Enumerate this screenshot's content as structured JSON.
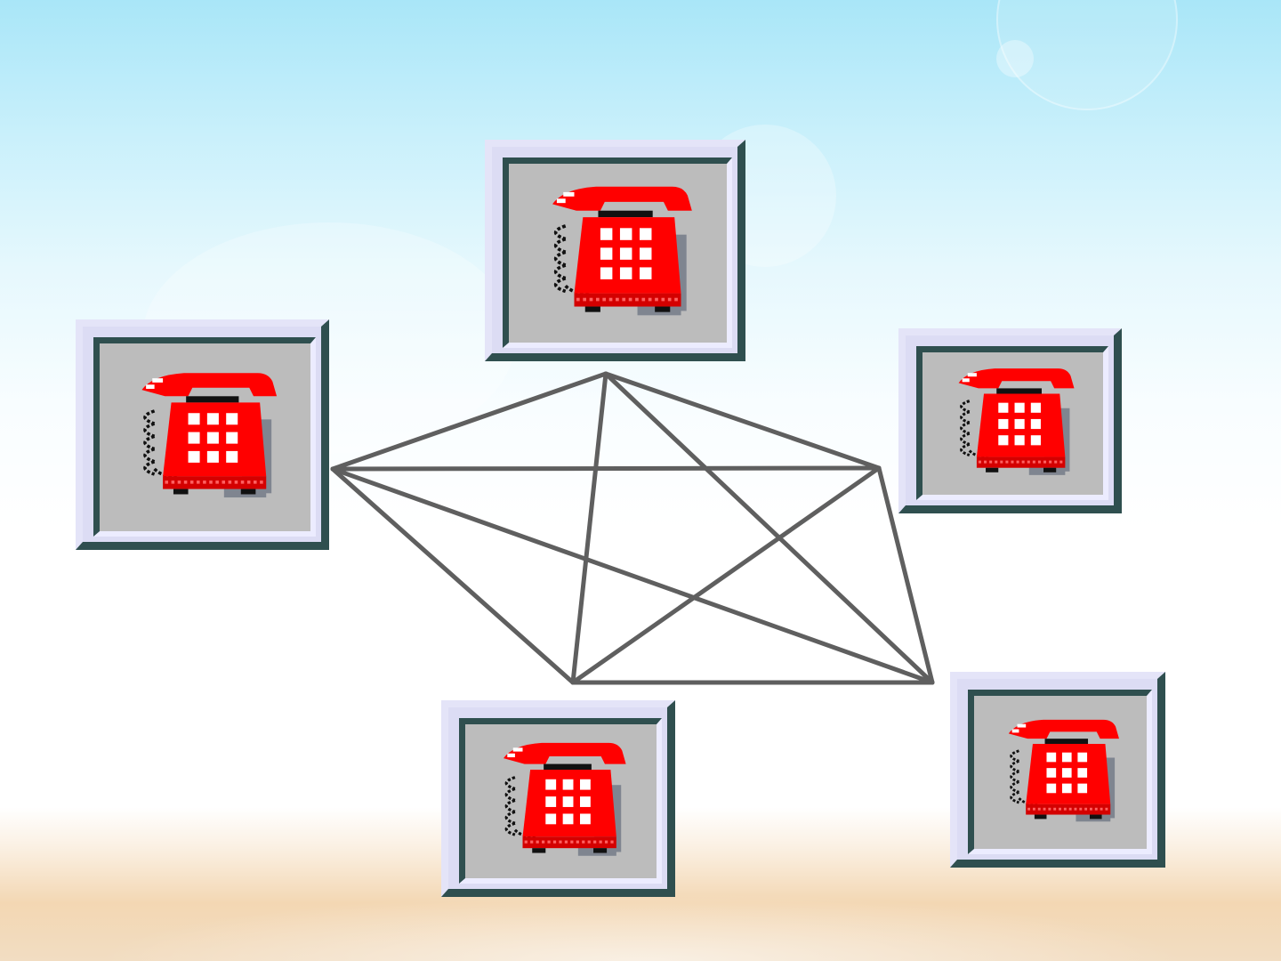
{
  "diagram": {
    "nodes": [
      {
        "id": "top",
        "icon": "telephone-icon"
      },
      {
        "id": "left",
        "icon": "telephone-icon"
      },
      {
        "id": "right",
        "icon": "telephone-icon"
      },
      {
        "id": "bottom-left",
        "icon": "telephone-icon"
      },
      {
        "id": "bottom-right",
        "icon": "telephone-icon"
      }
    ],
    "edges": [
      [
        "top",
        "left"
      ],
      [
        "top",
        "right"
      ],
      [
        "top",
        "bottom-left"
      ],
      [
        "top",
        "bottom-right"
      ],
      [
        "left",
        "right"
      ],
      [
        "left",
        "bottom-left"
      ],
      [
        "left",
        "bottom-right"
      ],
      [
        "right",
        "bottom-left"
      ],
      [
        "right",
        "bottom-right"
      ],
      [
        "bottom-left",
        "bottom-right"
      ]
    ],
    "colors": {
      "line": "#5f5f5f",
      "phone": "#ff0000",
      "frame_dark": "#2f4f4f",
      "frame_light": "#e4e4f8",
      "panel": "#bcbcbc"
    }
  }
}
